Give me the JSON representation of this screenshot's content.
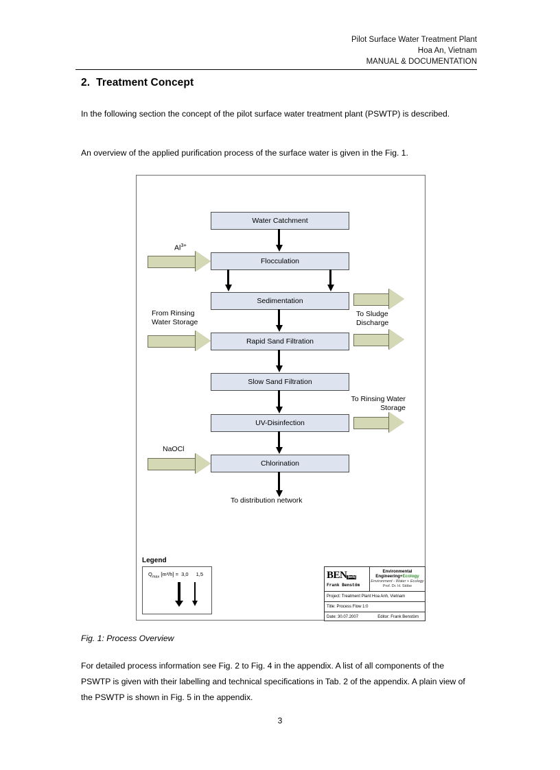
{
  "header": {
    "line1": "Pilot Surface Water Treatment Plant",
    "line2": "Hoa An, Vietnam",
    "line3": "MANUAL & DOCUMENTATION"
  },
  "section": {
    "number": "2.",
    "title": "Treatment Concept"
  },
  "paragraphs": {
    "p1": "In the following section the concept of the pilot surface water treatment plant (PSWTP) is described.",
    "p2": "An overview of the applied purification process of the surface water is given in the Fig. 1.",
    "p3": "For detailed process information see Fig. 2 to Fig. 4 in the appendix. A list of all components of the PSWTP is given with their labelling and technical specifications in Tab. 2 of the appendix. A plain view of the PSWTP is shown in Fig. 5 in the appendix."
  },
  "figure": {
    "caption": "Fig. 1: Process Overview",
    "process_steps": [
      {
        "label": "Water Catchment"
      },
      {
        "label": "Flocculation"
      },
      {
        "label": "Sedimentation"
      },
      {
        "label": "Rapid Sand Filtration"
      },
      {
        "label": "Slow Sand Filtration"
      },
      {
        "label": "UV-Disinfection"
      },
      {
        "label": "Chlorination"
      }
    ],
    "inputs": [
      {
        "label": "Al",
        "superscript": "3+"
      },
      {
        "label_line1": "From Rinsing",
        "label_line2": "Water Storage"
      },
      {
        "label": "NaOCl"
      }
    ],
    "outputs": [
      {
        "label_line1": "To Sludge",
        "label_line2": "Discharge"
      },
      {
        "label_line1": "To Rinsing Water",
        "label_line2": "Storage"
      }
    ],
    "outlet": "To distribution network",
    "legend": {
      "title": "Legend",
      "unit_label": "Q",
      "unit_sub": "max",
      "unit_rest": "[m³/h]  =",
      "value_thick": "3,0",
      "value_thin": "1,5"
    },
    "titleblock": {
      "logo_main": "BEN",
      "logo_tag": "[tech]",
      "logo_name": "Frank  Benstöm",
      "slogan_main": "Environmental Engineering+",
      "slogan_eco": "Ecology",
      "slogan_sub": "Environment - Water + Ecology",
      "slogan_person": "Prof. Dr. H. Stöbe",
      "project": "Project: Treatment Plant Hoa Anh, Vietnam",
      "title": "Title: Process Flow 1:0",
      "date": "Date: 30.07.2007",
      "editor": "Editor: Frank Benstöm"
    }
  },
  "page_number": "3",
  "colors": {
    "box_fill": "#dde4ef",
    "arrow_fill": "#d5d8b4",
    "eco_green": "#2f8f2f"
  }
}
